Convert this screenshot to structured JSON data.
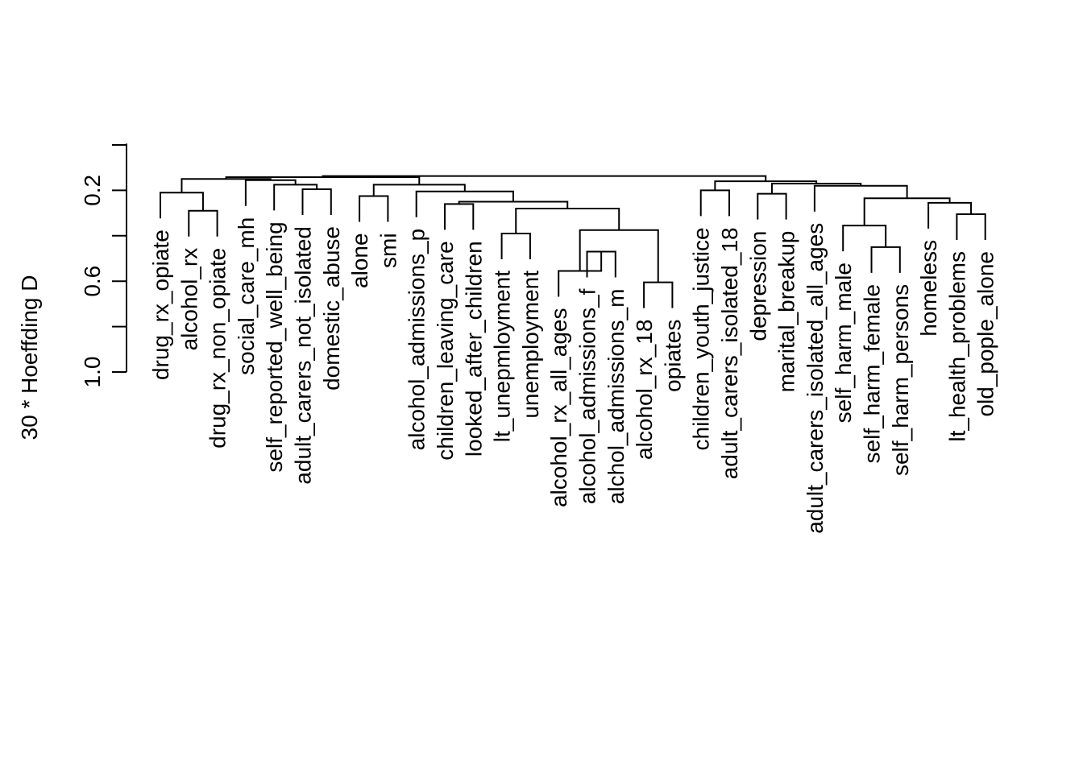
{
  "chart_data": {
    "type": "dendrogram",
    "ylabel": "30 * Hoeffding D",
    "ylim": [
      0.0,
      1.0
    ],
    "y_direction": "reversed",
    "y_ticks": [
      0.2,
      0.4,
      0.6,
      0.8,
      1.0
    ],
    "y_tick_labels": [
      "0.2",
      "",
      "0.6",
      "",
      "1.0"
    ],
    "leaves": [
      "drug_rx_opiate",
      "alcohol_rx",
      "drug_rx_non_opiate",
      "social_care_mh",
      "self_reported_well_being",
      "adult_carers_not_isolated",
      "domestic_abuse",
      "alone",
      "smi",
      "alcohol_admissions_p",
      "children_leaving_care",
      "looked_after_children",
      "lt_unepmloyment",
      "unemployment",
      "alcohol_rx_all_ages",
      "alcohol_admissions_f",
      "alchol_admissions_m",
      "alcohol_rx_18",
      "opiates",
      "children_youth_justice",
      "adult_carers_isolated_18",
      "depression",
      "marital_breakup",
      "adult_carers_isolated_all_ages",
      "self_harm_male",
      "self_harm_female",
      "self_harm_persons",
      "homeless",
      "lt_health_problems",
      "old_pople_alone"
    ],
    "merges": [
      {
        "a": "alcohol_rx",
        "b": "drug_rx_non_opiate",
        "height": 0.29
      },
      {
        "a": "drug_rx_opiate",
        "b": "m1",
        "height": 0.21
      },
      {
        "a": "adult_carers_not_isolated",
        "b": "domestic_abuse",
        "height": 0.195
      },
      {
        "a": "self_reported_well_being",
        "b": "m3",
        "height": 0.175
      },
      {
        "a": "social_care_mh",
        "b": "m4",
        "height": 0.155
      },
      {
        "a": "m2",
        "b": "m5",
        "height": 0.15
      },
      {
        "a": "alone",
        "b": "smi",
        "height": 0.225
      },
      {
        "a": "children_leaving_care",
        "b": "looked_after_children",
        "height": 0.26
      },
      {
        "a": "lt_unepmloyment",
        "b": "unemployment",
        "height": 0.39
      },
      {
        "a": "alcohol_admissions_f",
        "b": "alchol_admissions_m",
        "height": 0.47
      },
      {
        "a": "alcohol_rx_all_ages",
        "b": "m10",
        "height": 0.555
      },
      {
        "a": "alcohol_rx_18",
        "b": "opiates",
        "height": 0.605
      },
      {
        "a": "m11",
        "b": "m12",
        "height": 0.375
      },
      {
        "a": "m9",
        "b": "m13",
        "height": 0.28
      },
      {
        "a": "m8",
        "b": "m14",
        "height": 0.25
      },
      {
        "a": "alcohol_admissions_p",
        "b": "m15",
        "height": 0.205
      },
      {
        "a": "m7",
        "b": "m16",
        "height": 0.175
      },
      {
        "a": "m6",
        "b": "m17",
        "height": 0.142
      },
      {
        "a": "children_youth_justice",
        "b": "adult_carers_isolated_18",
        "height": 0.2
      },
      {
        "a": "depression",
        "b": "marital_breakup",
        "height": 0.215
      },
      {
        "a": "self_harm_female",
        "b": "self_harm_persons",
        "height": 0.45
      },
      {
        "a": "self_harm_male",
        "b": "m21",
        "height": 0.355
      },
      {
        "a": "lt_health_problems",
        "b": "old_pople_alone",
        "height": 0.305
      },
      {
        "a": "homeless",
        "b": "m23",
        "height": 0.255
      },
      {
        "a": "m22",
        "b": "m24",
        "height": 0.235
      },
      {
        "a": "adult_carers_isolated_all_ages",
        "b": "m25",
        "height": 0.18
      },
      {
        "a": "m20",
        "b": "m26",
        "height": 0.17
      },
      {
        "a": "m19",
        "b": "m27",
        "height": 0.16
      },
      {
        "a": "m18",
        "b": "m28",
        "height": 0.137
      }
    ]
  }
}
